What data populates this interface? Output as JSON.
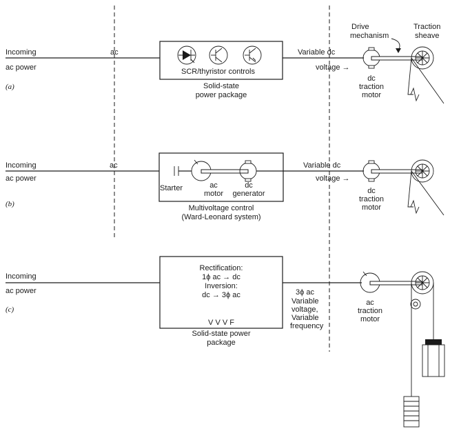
{
  "dividers": {
    "ac_label_a": "ac",
    "ac_label_b": "ac"
  },
  "panel_a": {
    "tag": "(a)",
    "incoming_line1": "Incoming",
    "incoming_line2": "ac power",
    "box_label": "SCR/thyristor controls",
    "caption_line1": "Solid-state",
    "caption_line2": "power package",
    "output_line1": "Variable dc",
    "output_line2": "voltage →",
    "motor_line1": "dc",
    "motor_line2": "traction",
    "motor_line3": "motor",
    "drive_line1": "Drive",
    "drive_line2": "mechanism",
    "sheave_line1": "Traction",
    "sheave_line2": "sheave"
  },
  "panel_b": {
    "tag": "(b)",
    "incoming_line1": "Incoming",
    "incoming_line2": "ac power",
    "starter": "Starter",
    "ac_motor_line1": "ac",
    "ac_motor_line2": "motor",
    "generator_line1": "dc",
    "generator_line2": "generator",
    "caption_line1": "Multivoltage control",
    "caption_line2": "(Ward-Leonard system)",
    "output_line1": "Variable dc",
    "output_line2": "voltage →",
    "motor_line1": "dc",
    "motor_line2": "traction",
    "motor_line3": "motor"
  },
  "panel_c": {
    "tag": "(c)",
    "incoming_line1": "Incoming",
    "incoming_line2": "ac power",
    "rect_line1": "Rectification:",
    "rect_line2": "1ϕ ac → dc",
    "rect_line3": "Inversion:",
    "rect_line4": "dc → 3ϕ ac",
    "vvvf": "V V V F",
    "caption_line1": "Solid-state power",
    "caption_line2": "package",
    "output_line1": "3ϕ ac",
    "output_line2": "Variable",
    "output_line3": "voltage,",
    "output_line4": "Variable",
    "output_line5": "frequency",
    "motor_line1": "ac",
    "motor_line2": "traction",
    "motor_line3": "motor"
  }
}
